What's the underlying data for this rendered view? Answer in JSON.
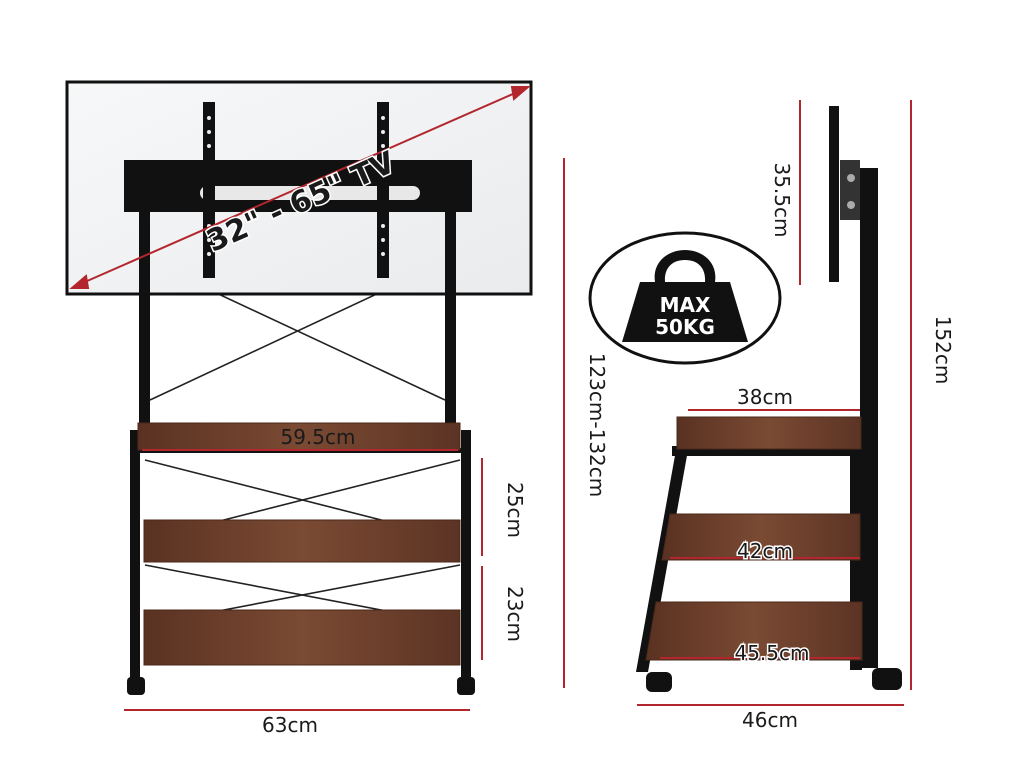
{
  "labels": {
    "tv_size": "32\" - 65\" TV",
    "front_top_shelf_width": "59.5cm",
    "front_shelf_gap_upper": "25cm",
    "front_shelf_gap_lower": "23cm",
    "front_base_width": "63cm",
    "front_height_range": "123cm-132cm",
    "mount_bracket_height": "35.5cm",
    "badge_max": "MAX",
    "badge_weight": "50KG",
    "side_top_shelf_depth": "38cm",
    "side_middle_shelf_depth": "42cm",
    "side_bottom_shelf_depth": "45.5cm",
    "side_base_depth": "46cm",
    "total_height": "152cm"
  },
  "colors": {
    "dimension_line": "#b3262d",
    "frame": "#111111",
    "wood": "#6e3f2a",
    "wood_edge": "#4a281a",
    "screen": "#f2f3f4"
  }
}
